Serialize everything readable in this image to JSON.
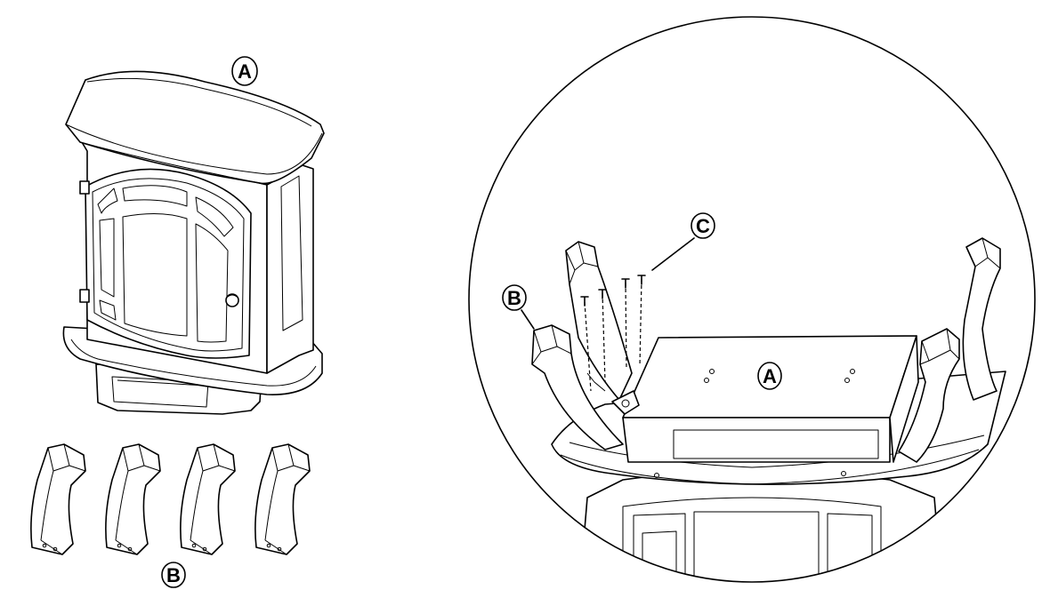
{
  "callouts": {
    "stove_top": "A",
    "legs_bottom": "B",
    "detail_leg": "B",
    "detail_screw": "C",
    "detail_body": "A"
  }
}
